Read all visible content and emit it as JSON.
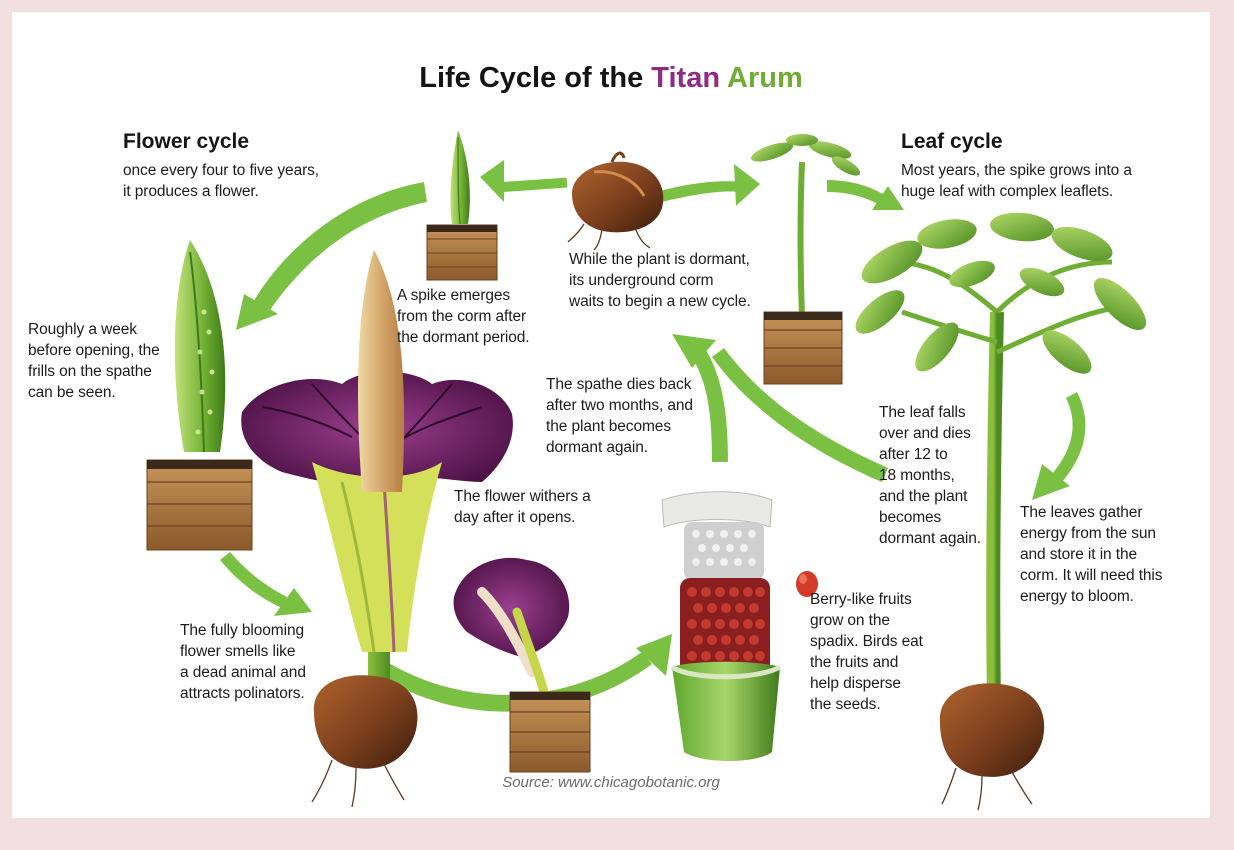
{
  "title": {
    "lead": "Life Cycle of the",
    "word1": "Titan",
    "word2": "Arum"
  },
  "colors": {
    "background": "#f2dfe0",
    "panel": "#ffffff",
    "arrow": "#7ac143",
    "title_purple": "#8e2b86",
    "title_green": "#6fae32",
    "spathe_purple": "#6e1f63",
    "corm_brown": "#7a3e1d",
    "box_wood": "#b07d44"
  },
  "flower_cycle": {
    "heading": "Flower cycle",
    "text": [
      "once every four to five years,",
      "it produces a flower."
    ]
  },
  "leaf_cycle": {
    "heading": "Leaf cycle",
    "text": [
      "Most years, the spike grows into a",
      "huge leaf with complex leaflets."
    ]
  },
  "captions": {
    "dormant": [
      "While the plant is dormant,",
      "its underground corm",
      "waits to begin a new cycle."
    ],
    "spike": [
      "A spike emerges",
      "from the corm after",
      "the dormant period."
    ],
    "week": [
      "Roughly a week",
      "before opening, the",
      "frills on the spathe",
      "can be seen."
    ],
    "spathe_dies": [
      "The spathe dies back",
      "after two months, and",
      "the plant becomes",
      "dormant again."
    ],
    "withers": [
      "The flower withers a",
      "day after it opens."
    ],
    "bloom": [
      "The fully blooming",
      "flower smells like",
      "a dead animal and",
      "attracts polinators."
    ],
    "berries": [
      "Berry-like fruits",
      "grow on the",
      "spadix. Birds eat",
      "the fruits and",
      "help disperse",
      "the seeds."
    ],
    "leaf_falls": [
      "The leaf falls",
      "over and dies",
      "after 12 to",
      "18 months,",
      "and the plant",
      "becomes",
      "dormant again."
    ],
    "energy": [
      "The leaves gather",
      "energy from the sun",
      "and store it in the",
      "corm. It will need this",
      "energy to bloom."
    ]
  },
  "source": "Source: www.chicagobotanic.org",
  "icons": [
    "corm-icon",
    "spike-in-box-icon",
    "bud-in-box-icon",
    "blooming-flower-icon",
    "withered-flower-icon",
    "spadix-fruit-icon",
    "berry-icon",
    "seedling-in-box-icon",
    "leaf-plant-icon",
    "cycle-arrow-icon"
  ]
}
